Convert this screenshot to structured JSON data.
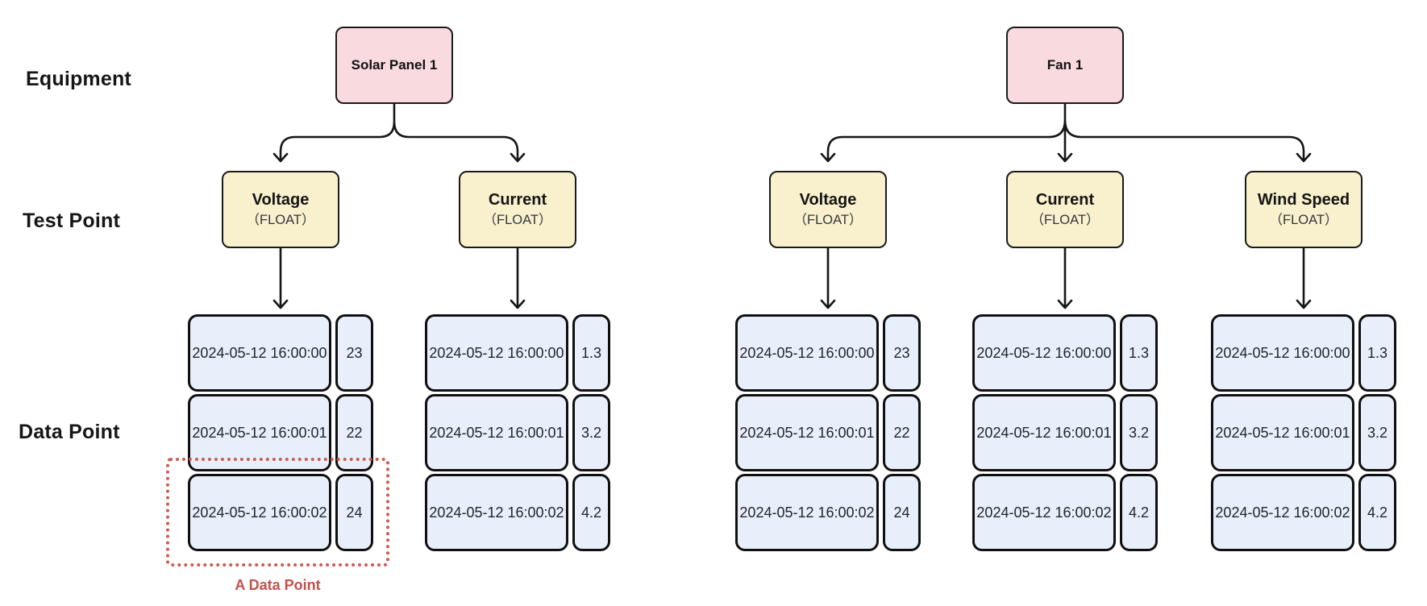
{
  "row_labels": {
    "equipment": "Equipment",
    "test_point": "Test Point",
    "data_point": "Data Point"
  },
  "annotation": {
    "label": "A Data Point"
  },
  "palette": {
    "equipment_fill": "#f9dbdf",
    "test_point_fill": "#f9f0cd",
    "data_point_fill": "#e9effa",
    "line_color": "#161616",
    "highlight_red": "#cc5a50",
    "background": "#ffffff"
  },
  "equipment": [
    {
      "name": "Solar Panel 1",
      "test_points": [
        {
          "name": "Voltage",
          "type": "（FLOAT）",
          "data_points": [
            {
              "time": "2024-05-12 16:00:00",
              "value": "23"
            },
            {
              "time": "2024-05-12 16:00:01",
              "value": "22"
            },
            {
              "time": "2024-05-12 16:00:02",
              "value": "24"
            }
          ]
        },
        {
          "name": "Current",
          "type": "（FLOAT）",
          "data_points": [
            {
              "time": "2024-05-12 16:00:00",
              "value": "1.3"
            },
            {
              "time": "2024-05-12 16:00:01",
              "value": "3.2"
            },
            {
              "time": "2024-05-12 16:00:02",
              "value": "4.2"
            }
          ]
        }
      ]
    },
    {
      "name": "Fan 1",
      "test_points": [
        {
          "name": "Voltage",
          "type": "（FLOAT）",
          "data_points": [
            {
              "time": "2024-05-12 16:00:00",
              "value": "23"
            },
            {
              "time": "2024-05-12 16:00:01",
              "value": "22"
            },
            {
              "time": "2024-05-12 16:00:02",
              "value": "24"
            }
          ]
        },
        {
          "name": "Current",
          "type": "（FLOAT）",
          "data_points": [
            {
              "time": "2024-05-12 16:00:00",
              "value": "1.3"
            },
            {
              "time": "2024-05-12 16:00:01",
              "value": "3.2"
            },
            {
              "time": "2024-05-12 16:00:02",
              "value": "4.2"
            }
          ]
        },
        {
          "name": "Wind Speed",
          "type": "（FLOAT）",
          "data_points": [
            {
              "time": "2024-05-12 16:00:00",
              "value": "1.3"
            },
            {
              "time": "2024-05-12 16:00:01",
              "value": "3.2"
            },
            {
              "time": "2024-05-12 16:00:02",
              "value": "4.2"
            }
          ]
        }
      ]
    }
  ]
}
